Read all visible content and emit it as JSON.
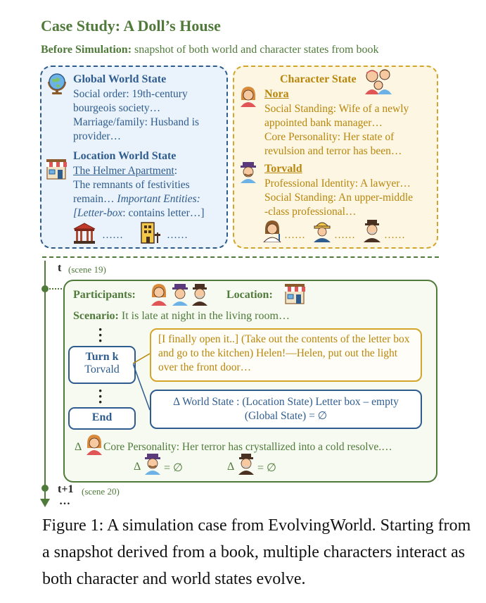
{
  "title": "Case Study: A Doll’s House",
  "subtitle": {
    "bold": "Before Simulation:",
    "rest": " snapshot of both world and character states from book"
  },
  "global_world": {
    "header": "Global World State",
    "lines": [
      "Social order: 19th-century",
      "bourgeois society…",
      "Marriage/family: Husband is",
      "provider…"
    ]
  },
  "location_world": {
    "header": "Location World State",
    "place": "The Helmer Apartment",
    "colon": ":",
    "lines": [
      "The remnants of festivities",
      "remain… "
    ],
    "italic1": "Important Entities:",
    "italic2": "[Letter-box",
    "rest2": ": contains letter…]",
    "ellipsis1": "……",
    "ellipsis2": "……"
  },
  "character_state": {
    "header": "Character State",
    "nora": {
      "name": "Nora",
      "lines": [
        "Social Standing: Wife of a newly",
        "appointed bank manager…",
        "Core Personality: Her state of",
        "revulsion and terror has been…"
      ]
    },
    "torvald": {
      "name": "Torvald",
      "lines": [
        "Professional Identity: A lawyer…",
        "Social Standing: An upper-middle",
        "-class professional…"
      ]
    },
    "ellipsis1": "……",
    "ellipsis2": "……",
    "ellipsis3": "……"
  },
  "timeline": {
    "t_label": "t",
    "t_scene": "(scene 19)",
    "t1_label": "t+1",
    "t1_scene": "(scene 20)",
    "dots": "…"
  },
  "scene": {
    "participants_label": "Participants:",
    "location_label": "Location:",
    "scenario_label": "Scenario:",
    "scenario_text": " It is late at night in the living room…",
    "turn_label": "Turn k",
    "turn_who": "Torvald",
    "end_label": "End",
    "dialog": "[I finally open it..] (Take out the contents of the letter box and go to the kitchen) Helen!—Helen, put out the light over the front door…",
    "delta_line1": "Δ World State : (Location State) Letter box – empty",
    "delta_line2": "(Global State) = ∅",
    "core_delta_prefix": "Δ",
    "core_delta_text": " Core Personality: Her terror has crystallized into a cold resolve.…",
    "delta_a": "Δ",
    "eq_a": "= ∅",
    "delta_b": "Δ",
    "eq_b": "= ∅"
  },
  "caption": "Figure 1: A simulation case from EvolvingWorld. Starting from a snapshot derived from a book, multiple characters interact as both character and world states evolve."
}
